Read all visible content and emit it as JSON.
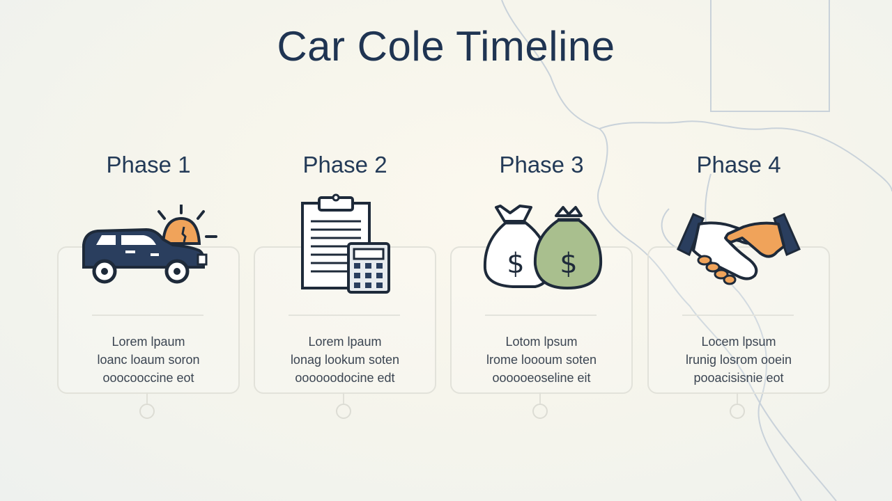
{
  "title": "Car Cole Timeline",
  "phases": [
    {
      "label": "Phase 1",
      "icon": "car-icon",
      "lines": [
        "Lorem lpaum",
        "loanc loaum soron",
        "ooocooccine eot"
      ]
    },
    {
      "label": "Phase 2",
      "icon": "clipboard-calculator-icon",
      "lines": [
        "Lorem lpaum",
        "lonag lookum soten",
        "oooooodocine edt"
      ]
    },
    {
      "label": "Phase 3",
      "icon": "money-bags-icon",
      "lines": [
        "Lotom lpsum",
        "lrome loooum soten",
        "oooooeoseline eit"
      ]
    },
    {
      "label": "Phase 4",
      "icon": "handshake-icon",
      "lines": [
        "Locem lpsum",
        "lrunig losrom ooein",
        "pooacisisnie eot"
      ]
    }
  ],
  "colors": {
    "title": "#1f3452",
    "text": "#3b4552",
    "icon_stroke": "#1e2a3a",
    "orange_accent": "#f0a35a",
    "green_accent": "#a9bf8e",
    "navy_accent": "#2a3e5e"
  }
}
